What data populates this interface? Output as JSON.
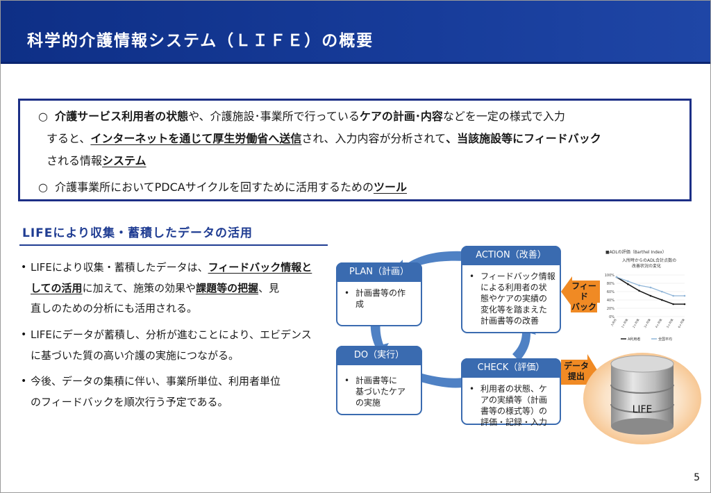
{
  "title": "科学的介護情報システム（ＬＩＦＥ）の概要",
  "summary": {
    "line1": {
      "mark": "○",
      "p1": "介護サービス利用者の状態",
      "p2": "や、介護施設･事業所で行っている",
      "p3": "ケアの計画･内容",
      "p4": "などを一定の様式で入力"
    },
    "line2": {
      "p1": "すると、",
      "p2": "インターネットを通じて厚生労働省へ送信",
      "p3": "され、入力内容が分析されて",
      "p4": "、当該施設等にフィードバック"
    },
    "line3": {
      "p1": "される情報",
      "p2": "システム"
    },
    "line4": {
      "mark": "○",
      "p1": "介護事業所においてPDCAサイクルを回すために活用するための",
      "p2": "ツール"
    }
  },
  "section_heading": "LIFEにより収集・蓄積したデータの活用",
  "bullets": {
    "mark": "•",
    "b1": {
      "l1a": "LIFEにより収集・蓄積したデータは、",
      "l1b": "フィードバック情報と",
      "l2a": "しての活用",
      "l2b": "に加えて、施策の効果や",
      "l2c": "課題等の把握",
      "l2d": "、見",
      "l3": "直しのための分析にも活用される。"
    },
    "b2": {
      "l1": "LIFEにデータが蓄積し、分析が進むことにより、エビデンス",
      "l2": "に基づいた質の高い介護の実施につながる。"
    },
    "b3": {
      "l1": "今後、データの集積に伴い、事業所単位、利用者単位",
      "l2": "のフィードバックを順次行う予定である。"
    }
  },
  "cycle": {
    "plan": {
      "head": "PLAN（計画）",
      "dot": "•",
      "lines": [
        "計画書等の作",
        "成"
      ]
    },
    "do": {
      "head": "DO（実行）",
      "dot": "•",
      "lines": [
        "計画書等に",
        "基づいたケア",
        "の実施"
      ]
    },
    "check": {
      "head": "CHECK（評価）",
      "dot": "•",
      "lines": [
        "利用者の状態、ケ",
        "アの実績等（計画",
        "書等の様式等）の",
        "評価・記録・入力"
      ]
    },
    "action": {
      "head": "ACTION（改善）",
      "dot": "•",
      "lines": [
        "フィードバック情報",
        "による利用者の状",
        "態やケアの実績の",
        "変化等を踏まえた",
        "計画書等の改善"
      ]
    }
  },
  "feedback_label": [
    "フィード",
    "バック"
  ],
  "submit_label": [
    "データ",
    "提出"
  ],
  "life_label": "LIFE",
  "mini_chart": {
    "title_small": "■ADLの評価（Barthel Index）",
    "title_main": [
      "入所時からのADL合計点数の",
      "改善状況の変化"
    ],
    "y_ticks": [
      "100%",
      "80%",
      "60%",
      "40%",
      "20%",
      "0%"
    ],
    "x_ticks": [
      "入所月",
      "1ヶ月後",
      "2ヶ月後",
      "3ヶ月後",
      "4ヶ月後",
      "5ヶ月後",
      "6ヶ月後"
    ],
    "legend": [
      "A利用者",
      "全国平均"
    ]
  },
  "chart_data": {
    "type": "line",
    "title": "入所時からのADL合計点数の改善状況の変化",
    "categories": [
      "入所月",
      "1ヶ月後",
      "2ヶ月後",
      "3ヶ月後",
      "4ヶ月後",
      "5ヶ月後",
      "6ヶ月後"
    ],
    "series": [
      {
        "name": "A利用者",
        "values": [
          95,
          78,
          62,
          50,
          40,
          30,
          30
        ]
      },
      {
        "name": "全国平均",
        "values": [
          95,
          85,
          75,
          70,
          60,
          50,
          50
        ]
      }
    ],
    "ylim": [
      0,
      100
    ]
  },
  "colors": {
    "title_bg": "#0e2f86",
    "box_border": "#1c2f86",
    "cycle_blue": "#3a6bb0",
    "arrow_blue": "#4f81c4",
    "orange": "#f08a24"
  },
  "page_number": "5"
}
